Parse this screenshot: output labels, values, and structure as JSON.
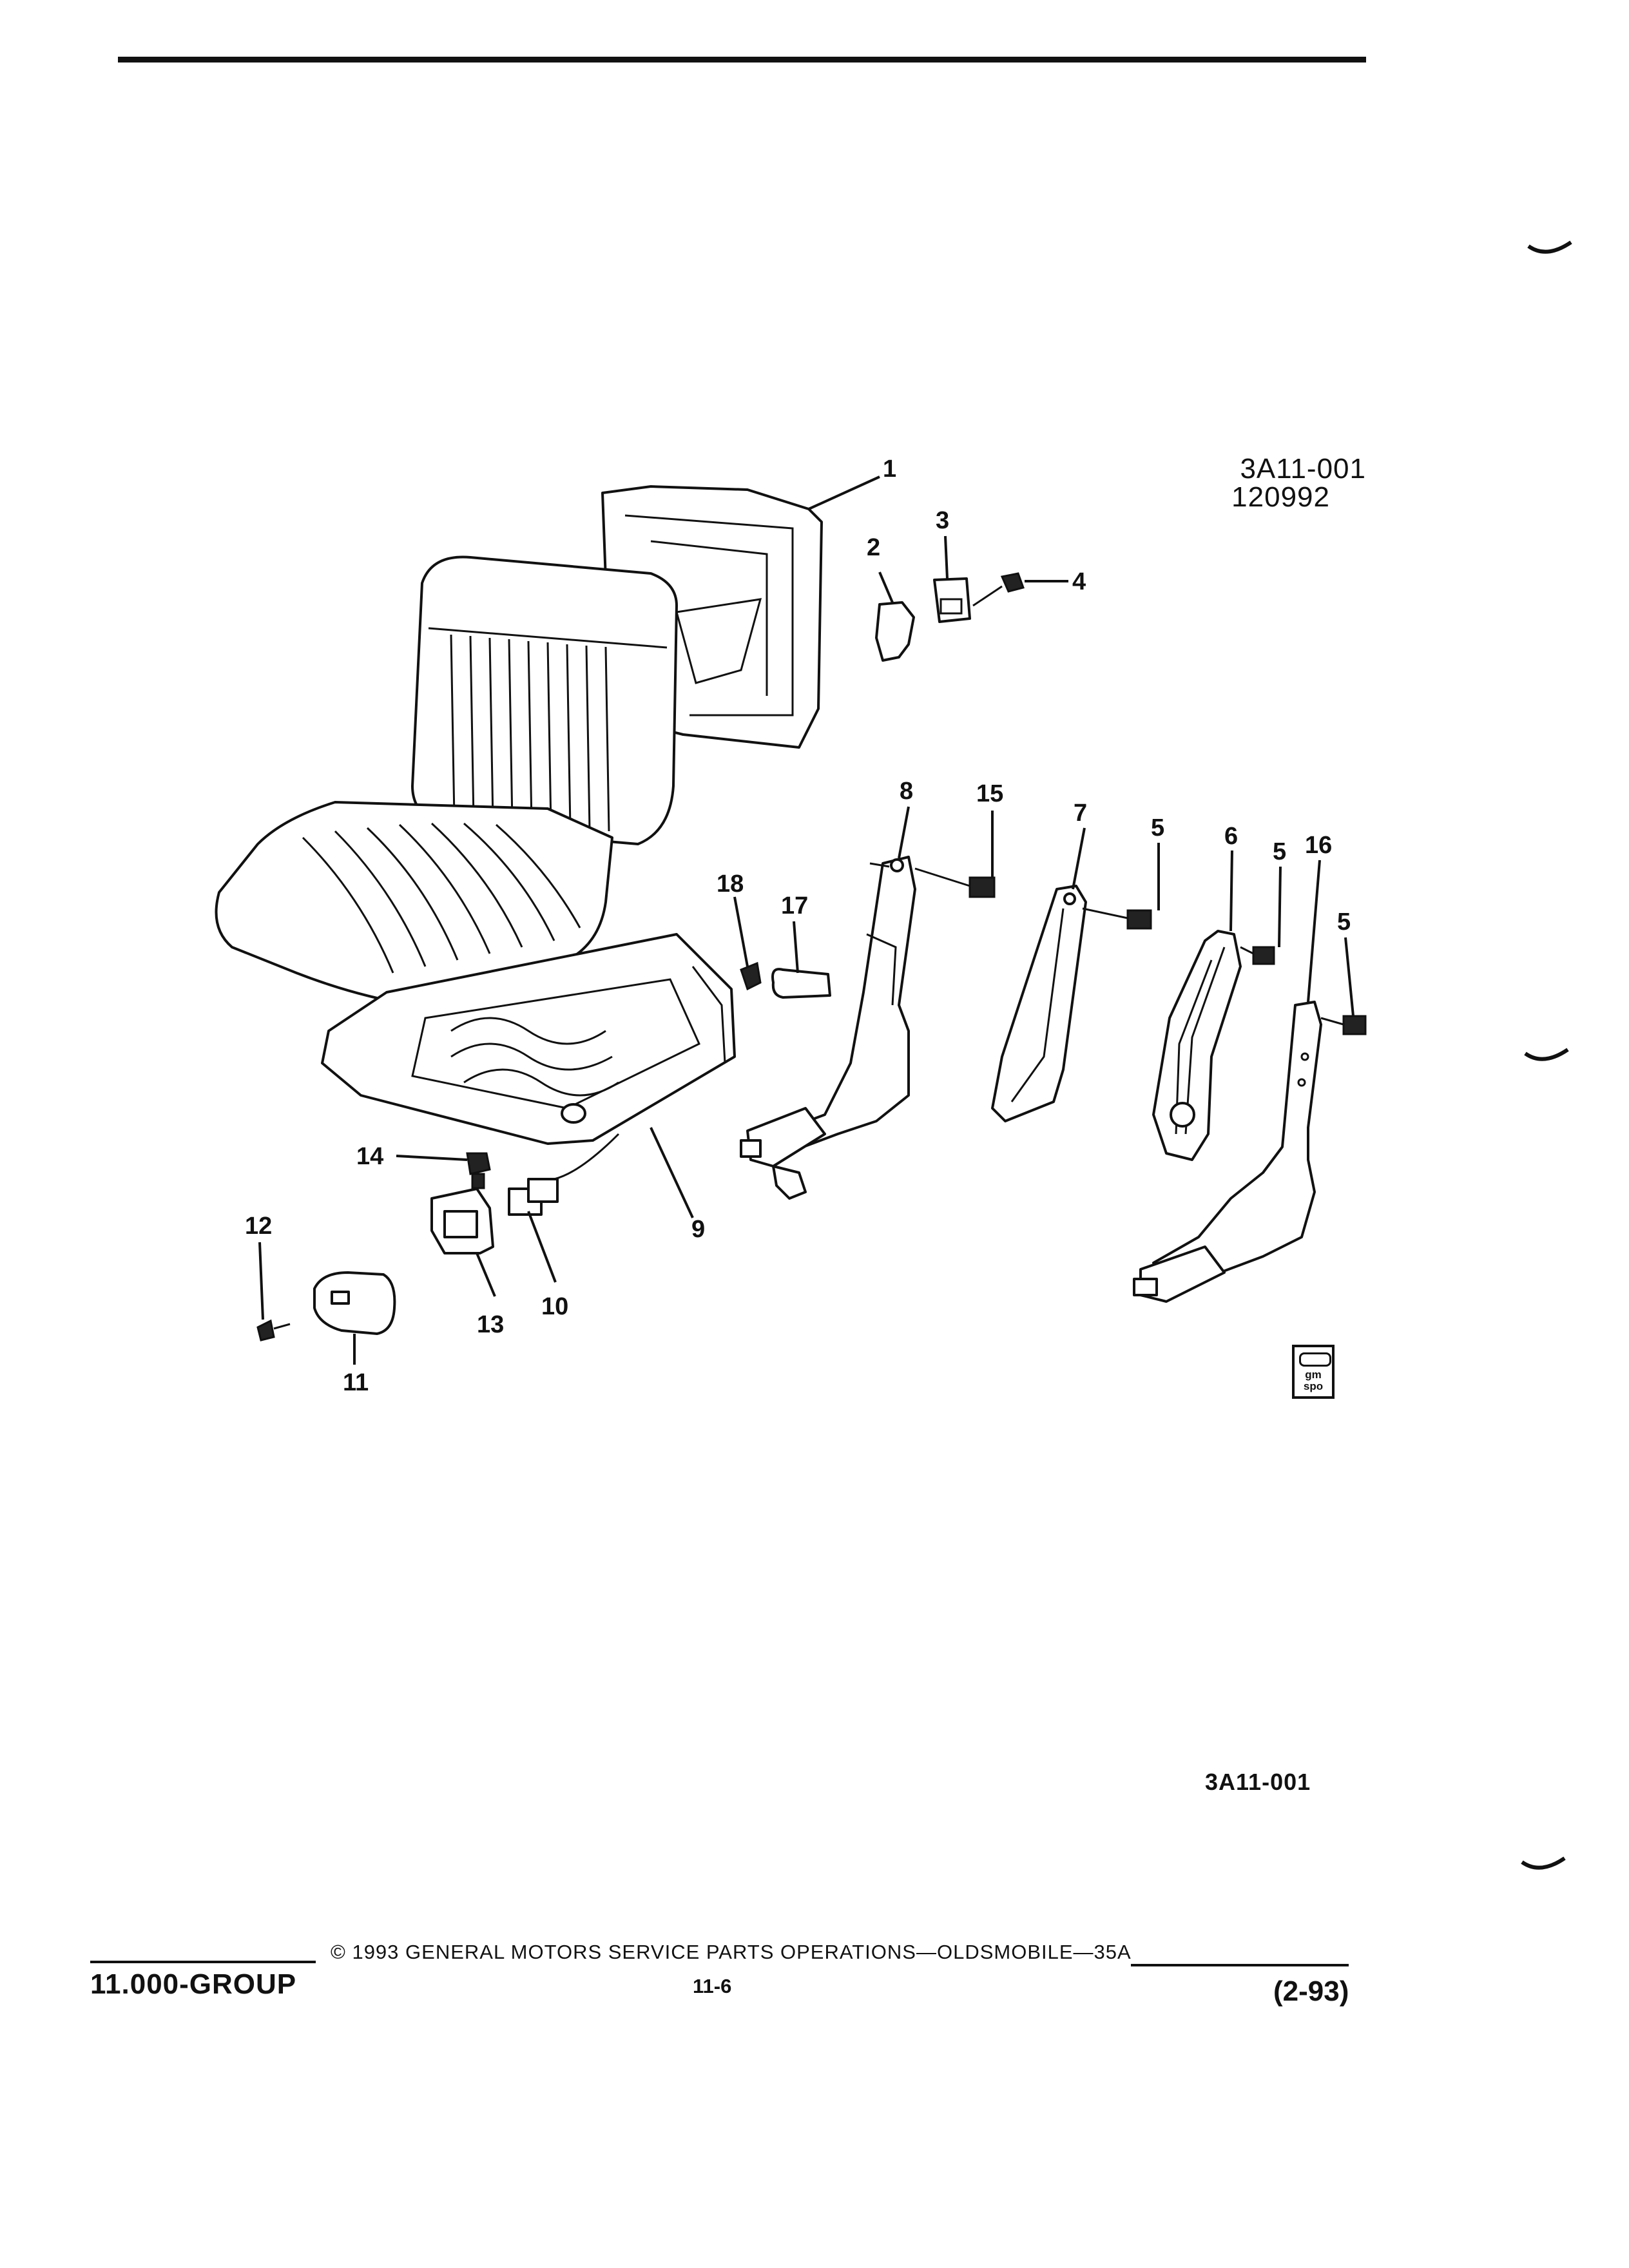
{
  "figure": {
    "ref_code": "3A11-001",
    "ref_number": "120992",
    "bottom_code": "3A11-001"
  },
  "callouts": [
    "1",
    "2",
    "3",
    "4",
    "5",
    "6",
    "7",
    "8",
    "9",
    "10",
    "11",
    "12",
    "13",
    "14",
    "15",
    "16",
    "17",
    "18"
  ],
  "logo": {
    "line1": "gm",
    "line2": "spo"
  },
  "footer": {
    "group": "11.000-GROUP",
    "copyright": "© 1993 GENERAL MOTORS SERVICE PARTS OPERATIONS—OLDSMOBILE—35A",
    "page": "11-6",
    "date": "(2-93)"
  }
}
